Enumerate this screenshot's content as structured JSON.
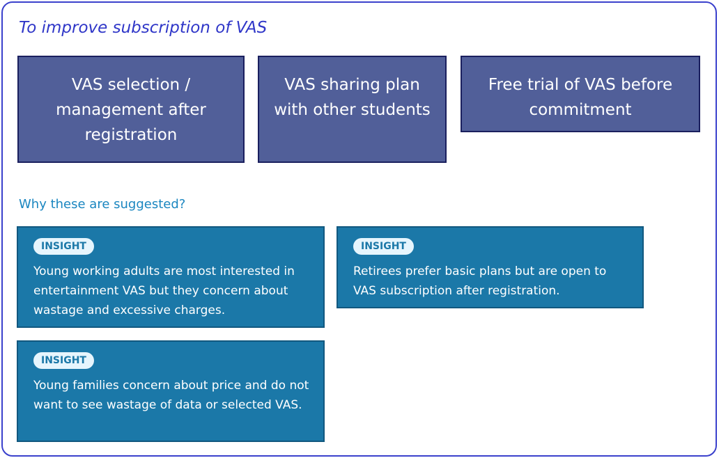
{
  "title": "To improve subscription of VAS",
  "suggestions": [
    "VAS selection / management after registration",
    "VAS sharing plan with other students",
    "Free trial of VAS before commitment"
  ],
  "why_heading": "Why these are suggested?",
  "insights": [
    {
      "badge": "INSIGHT",
      "text": "Young working adults are most interested in entertainment VAS but they concern about wastage and excessive charges."
    },
    {
      "badge": "INSIGHT",
      "text": "Retirees prefer basic plans but are open to VAS subscription after registration."
    },
    {
      "badge": "INSIGHT",
      "text": "Young families concern about price and do not want to see wastage of data or selected VAS."
    }
  ]
}
